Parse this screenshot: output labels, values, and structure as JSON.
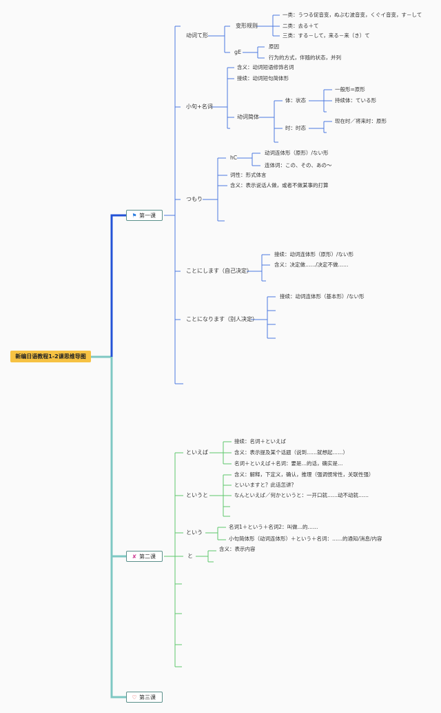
{
  "root": "新编日语教程1-2课思维导图",
  "lessons": [
    {
      "label": "第一课",
      "icon": "flag-icon"
    },
    {
      "label": "第二课",
      "icon": "tools-icon"
    },
    {
      "label": "第三课",
      "icon": "heart-icon"
    }
  ],
  "l1": {
    "te": "动词て形",
    "henkei": "变形规则",
    "g1": "一类：うつる促音变，ぬぶむ波音变，くぐイ音变，す－して",
    "g2": "二类：去る＋て",
    "g3": "三类：する－して，来る－来（き）て",
    "ge": "gE",
    "gen": "原因",
    "hoho": "行为的方式，伴随的状态，并列",
    "kojyu": "小句+名词",
    "gani": "含义：动词短语修饰名词",
    "setu": "接续：动词短句简体形",
    "kantai": "动词简体",
    "tai": "体：状态",
    "ippan": "一般形=原形",
    "jizoku": "持续体：ている形",
    "ji": "时：时态",
    "genzai": "现在时／将来时：原形",
    "tsumori": "つもり",
    "hc": "hC",
    "rentai": "动词连体形（原形）/ない形",
    "rentaishi": "连体词：この、その、あの～",
    "shisei": "词性：形式体言",
    "gani2": "含义：表示说话人做，或者不做某事的打算",
    "kotoni": "ことにします（自己决定）",
    "setu2": "接续：动词连体形（原形）/ない形",
    "gani3": "含义：决定做……/决定不做……",
    "kotonari": "ことになります（别人决定）",
    "setu3": "接续：动词连体形（基本形）/ない形"
  },
  "l2": {
    "toieba": "といえば",
    "setu4": "接续：名词＋といえば",
    "gani4": "含义：表示提及某个话题（说到……就想起……）",
    "meishi": "名词＋といえば＋名词：要是…的话，确实是…",
    "toiuto": "というと",
    "gani5": "含义：解释，下定义，确认，推理（强调惯常性，关联性强）",
    "toiimasu": "といいますと？此话怎讲？",
    "nanto": "なんといえば／何かというと：一开口就……动不动就……",
    "toiu": "という",
    "mei1": "名词1＋という＋名词2：叫做…的……",
    "kojyu2": "小句简体形（动词连体形）＋という＋名词：……的通知/消息/内容",
    "to": "と",
    "gani6": "含义：表示内容"
  }
}
